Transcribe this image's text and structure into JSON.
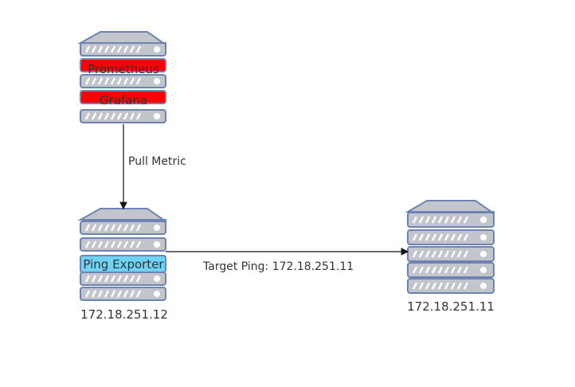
{
  "colors": {
    "server_fill": "#c2c5cc",
    "server_stroke": "#6f83b3",
    "stripe": "#ffffff",
    "prometheus_highlight": "#ff0000",
    "exporter_highlight": "#6fd3f5",
    "edge": "#111111",
    "text": "#333333"
  },
  "nodes": {
    "monitoring_server": {
      "stack_labels": [
        "Prometheus",
        "Grafana"
      ]
    },
    "exporter_server": {
      "stack_label": "Ping Exporter",
      "ip": "172.18.251.12"
    },
    "target_server": {
      "ip": "172.18.251.11"
    }
  },
  "edges": {
    "pull_metric": "Pull Metric",
    "target_ping": "Target Ping: 172.18.251.11"
  }
}
